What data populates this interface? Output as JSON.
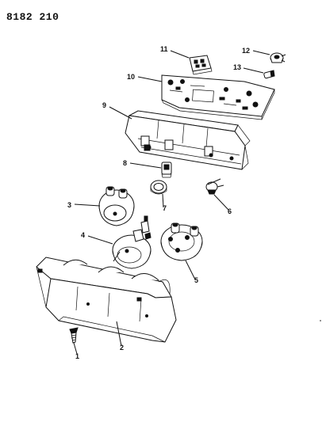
{
  "header": {
    "part_number": "8182 210"
  },
  "callouts": [
    "1",
    "2",
    "3",
    "4",
    "5",
    "6",
    "7",
    "8",
    "9",
    "10",
    "11",
    "12",
    "13"
  ]
}
